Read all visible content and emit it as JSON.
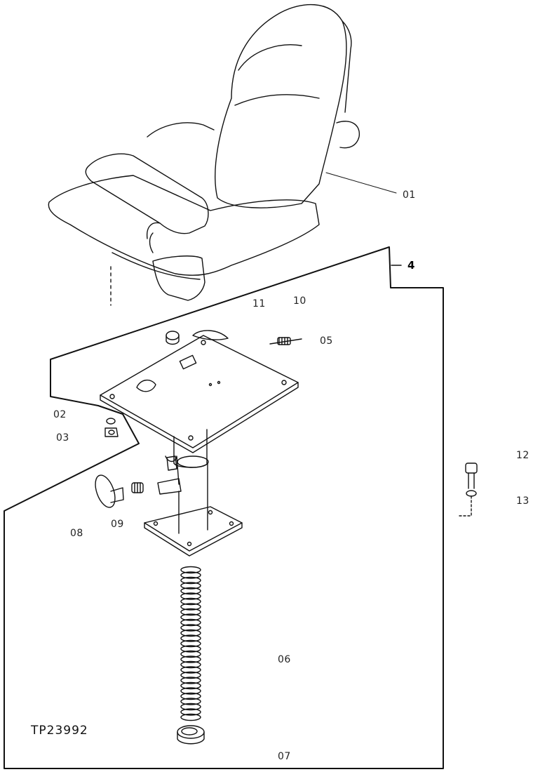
{
  "diagram": {
    "figure_ref": "TP23992",
    "callouts": {
      "c01": "01",
      "c02": "02",
      "c03": "03",
      "c04": "4",
      "c05": "05",
      "c06": "06",
      "c07": "07",
      "c08": "08",
      "c09": "09",
      "c10": "10",
      "c11": "11",
      "c12": "12",
      "c13": "13"
    },
    "colors": {
      "line": "#111111",
      "paper": "#ffffff"
    }
  }
}
